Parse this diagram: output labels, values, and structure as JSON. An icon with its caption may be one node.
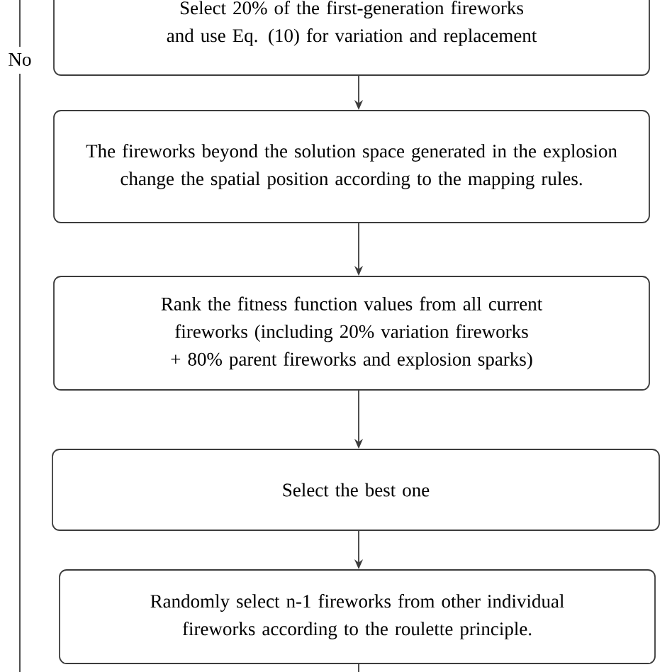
{
  "diagram": {
    "nodes": [
      {
        "text": [
          "Select 20% of the first-generation fireworks and use Eq. (10) for variation and replacement"
        ]
      },
      {
        "text": [
          "The fireworks beyond the solution space generated in the explosion change the spatial position according to the mapping rules."
        ]
      },
      {
        "text": [
          "Rank the fitness function values from all current fireworks (including 20% variation fireworks + 80% parent fireworks and explosion sparks)"
        ]
      },
      {
        "text": [
          "Select the best one"
        ]
      },
      {
        "text": [
          "Randomly select n-1 fireworks from other individual fireworks according to the roulette principle."
        ]
      }
    ],
    "edges": [
      {
        "from": 0,
        "to": 1,
        "arrow": "to"
      },
      {
        "from": 1,
        "to": 2,
        "arrow": "to"
      },
      {
        "from": 2,
        "to": 3,
        "arrow": "to"
      },
      {
        "from": 3,
        "to": 4,
        "arrow": "to"
      },
      {
        "from": 4,
        "to": null,
        "arrow": "none"
      }
    ],
    "labels": [
      "No"
    ]
  }
}
